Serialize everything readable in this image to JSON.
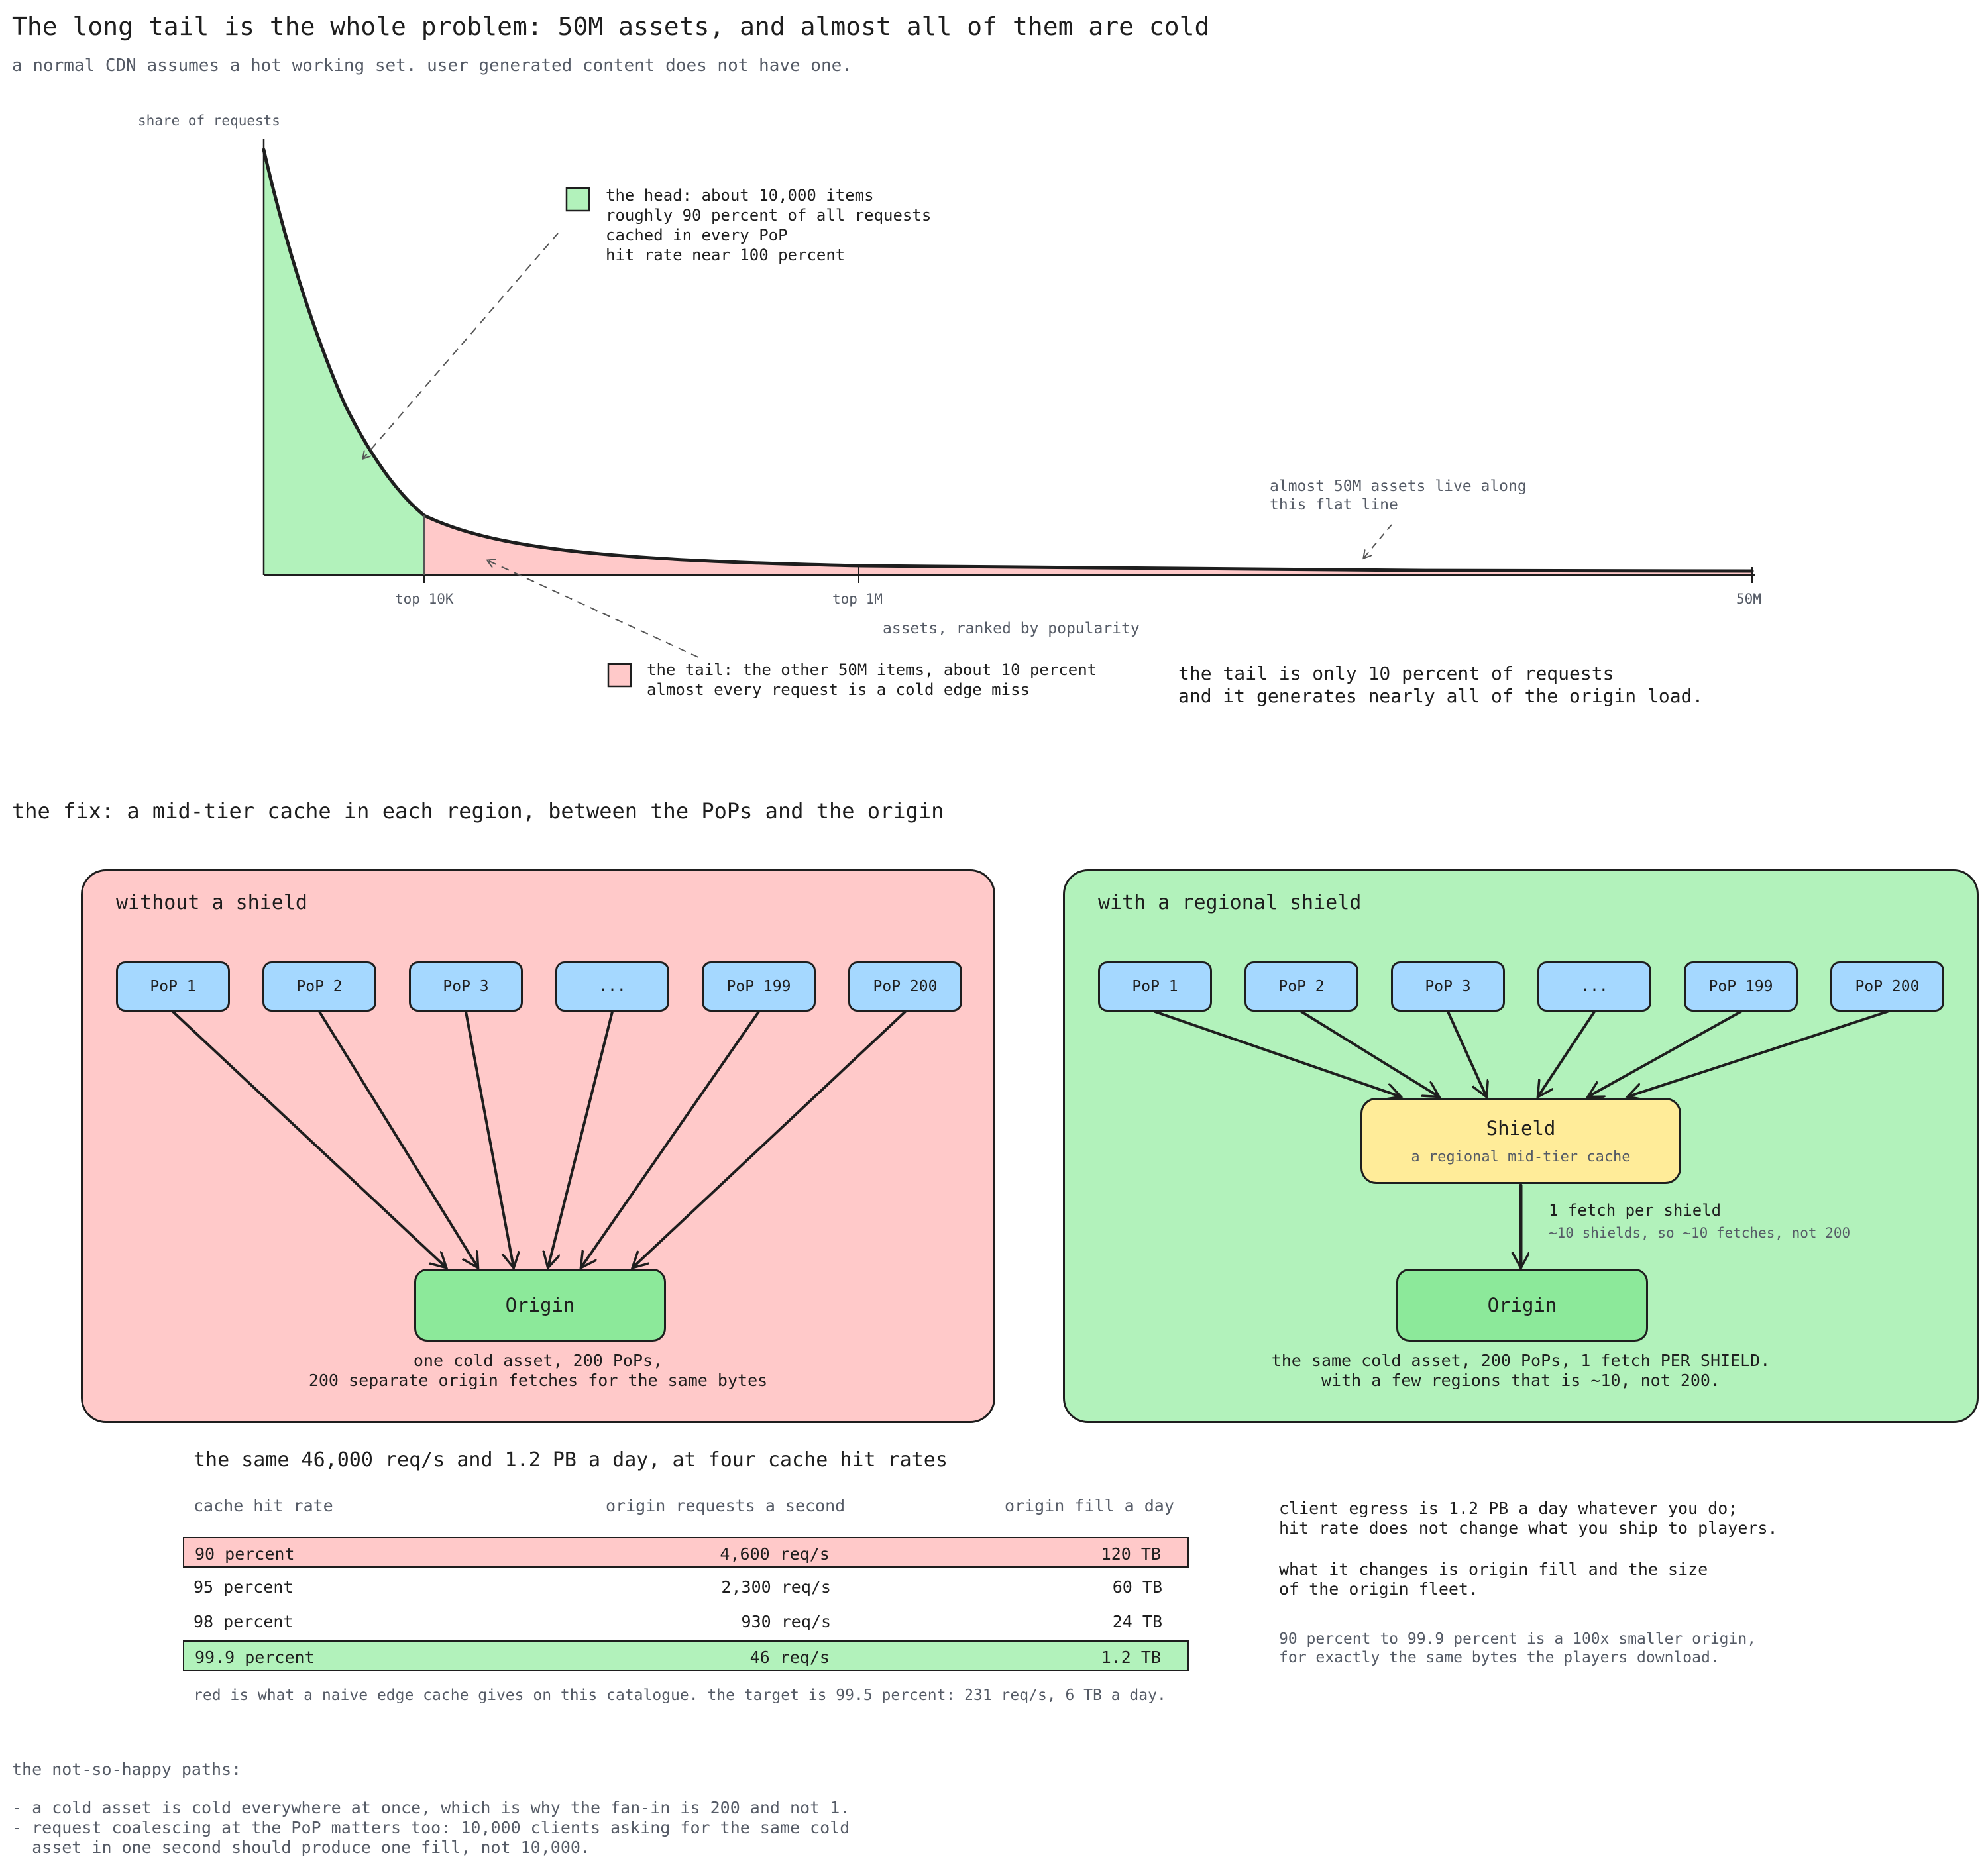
{
  "header": {
    "title": "The long tail is the whole problem: 50M assets, and almost all of them are cold",
    "subtitle": "a normal CDN assumes a hot working set. user generated content does not have one."
  },
  "long_tail": {
    "y_axis_label": "share of requests",
    "x_axis_label": "assets, ranked by popularity",
    "ticks": [
      "top 10K",
      "top 1M",
      "50M"
    ],
    "head_note": "the head: about 10,000 items\nroughly 90 percent of all requests\ncached in every PoP\nhit rate near 100 percent",
    "tail_note": "the tail: the other 50M items, about 10 percent\nalmost every request is a cold edge miss",
    "flat_note": "almost 50M assets live along\nthis flat line",
    "takeaway": "the tail is only 10 percent of requests\nand it generates nearly all of the origin load.",
    "colors": {
      "head": "#b2f2bb",
      "tail": "#ffc9c9",
      "line": "#1e1e1e"
    }
  },
  "fix": {
    "heading": "the fix: a mid-tier cache in each region, between the PoPs and the origin",
    "pops": [
      "PoP 1",
      "PoP 2",
      "PoP 3",
      "...",
      "PoP 199",
      "PoP 200"
    ],
    "without": {
      "title": "without a shield",
      "origin_label": "Origin",
      "caption": "one cold asset, 200 PoPs,\n200 separate origin fetches for the same bytes"
    },
    "with": {
      "title": "with a regional shield",
      "shield_label": "Shield",
      "shield_sub": "a regional mid-tier cache",
      "fetch_label": "1 fetch per shield",
      "fetch_sub": "~10 shields, so ~10 fetches, not 200",
      "origin_label": "Origin",
      "caption": "the same cold asset, 200 PoPs, 1 fetch PER SHIELD.\nwith a few regions that is ~10, not 200."
    },
    "colors": {
      "without_bg": "#ffc9c9",
      "with_bg": "#b2f2bb",
      "pop": "#a5d8ff",
      "origin": "#8ce99a",
      "shield": "#ffec99"
    }
  },
  "table": {
    "title": "the same 46,000 req/s and 1.2 PB a day, at four cache hit rates",
    "columns": [
      "cache hit rate",
      "origin requests a second",
      "origin fill a day"
    ],
    "rows": [
      {
        "rate": "90 percent",
        "requests": "4,600 req/s",
        "fill": "120 TB",
        "highlight": "red"
      },
      {
        "rate": "95 percent",
        "requests": "2,300 req/s",
        "fill": "60 TB",
        "highlight": "none"
      },
      {
        "rate": "98 percent",
        "requests": "930 req/s",
        "fill": "24 TB",
        "highlight": "none"
      },
      {
        "rate": "99.9 percent",
        "requests": "46 req/s",
        "fill": "1.2 TB",
        "highlight": "green"
      }
    ],
    "note": "red is what a naive edge cache gives on this catalogue. the target is 99.5 percent: 231 req/s, 6 TB a day."
  },
  "side_notes": {
    "egress": "client egress is 1.2 PB a day whatever you do;\nhit rate does not change what you ship to players.",
    "changes": "what it changes is origin fill and the size\nof the origin fleet.",
    "scale": "90 percent to 99.9 percent is a 100x smaller origin,\nfor exactly the same bytes the players download."
  },
  "unhappy": {
    "heading": "the not-so-happy paths:",
    "items": "- a cold asset is cold everywhere at once, which is why the fan-in is 200 and not 1.\n- request coalescing at the PoP matters too: 10,000 clients asking for the same cold\n  asset in one second should produce one fill, not 10,000."
  }
}
